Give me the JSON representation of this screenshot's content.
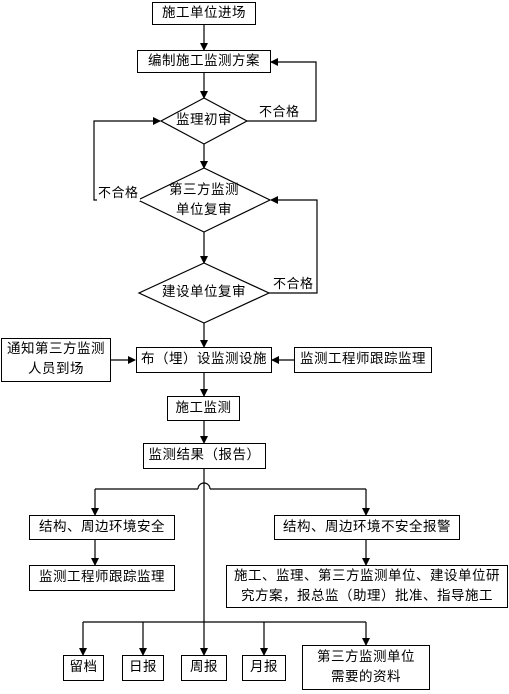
{
  "flow": {
    "enter": "施工单位进场",
    "plan": "编制施工监测方案",
    "supervisor_review": "监理初审",
    "third_party_review": "第三方监测\n单位复审",
    "owner_review": "建设单位复审",
    "fail_label": "不合格",
    "notify": "通知第三方监测\n人员到场",
    "install": "布（埋）设监测设施",
    "engineer_track_right": "监测工程师跟踪监理",
    "construction_monitor": "施工监测",
    "result": "监测结果（报告）",
    "safe": "结构、周边环境安全",
    "unsafe": "结构、周边环境不安全报警",
    "engineer_track_left": "监测工程师跟踪监理",
    "response": "施工、监理、第三方监测单位、建设单位研\n究方案，报总监（助理）批准、指导施工",
    "outputs": [
      "留档",
      "日报",
      "周报",
      "月报",
      "第三方监测单位\n需要的资料"
    ]
  }
}
